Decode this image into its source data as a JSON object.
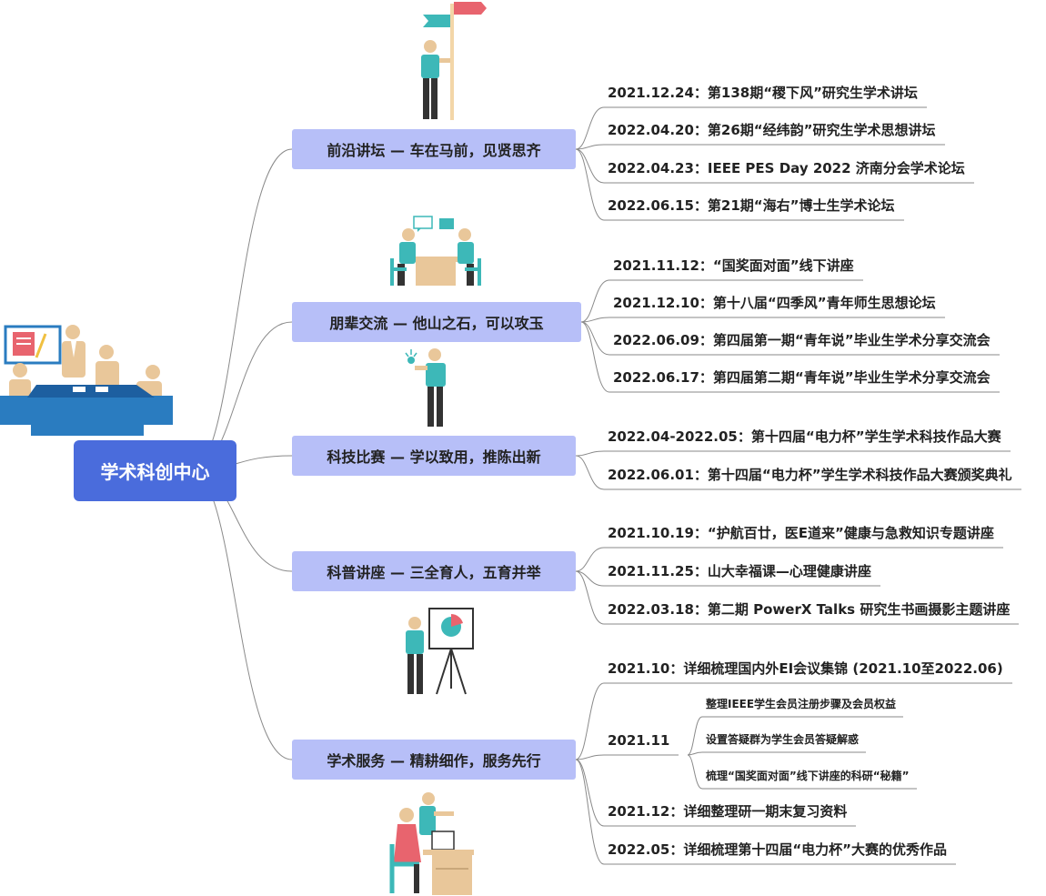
{
  "root": {
    "label": "学术科创中心"
  },
  "branches": [
    {
      "label": "前沿讲坛 — 车在马前，见贤思齐",
      "items": [
        {
          "label": "2021.12.24：第138期“稷下风”研究生学术讲坛"
        },
        {
          "label": "2022.04.20：第26期“经纬韵”研究生学术思想讲坛"
        },
        {
          "label": "2022.04.23：IEEE PES Day 2022 济南分会学术论坛"
        },
        {
          "label": "2022.06.15：第21期“海右”博士生学术论坛"
        }
      ]
    },
    {
      "label": "朋辈交流 — 他山之石，可以攻玉",
      "items": [
        {
          "label": "2021.11.12：“国奖面对面”线下讲座"
        },
        {
          "label": "2021.12.10：第十八届“四季风”青年师生思想论坛"
        },
        {
          "label": "2022.06.09：第四届第一期“青年说”毕业生学术分享交流会"
        },
        {
          "label": "2022.06.17：第四届第二期“青年说”毕业生学术分享交流会"
        }
      ]
    },
    {
      "label": "科技比赛 — 学以致用，推陈出新",
      "items": [
        {
          "label": "2022.04-2022.05：第十四届“电力杯”学生学术科技作品大赛"
        },
        {
          "label": "2022.06.01：第十四届“电力杯”学生学术科技作品大赛颁奖典礼"
        }
      ]
    },
    {
      "label": "科普讲座 — 三全育人，五育并举",
      "items": [
        {
          "label": "2021.10.19：“护航百廿，医E道来”健康与急救知识专题讲座"
        },
        {
          "label": "2021.11.25：山大幸福课—心理健康讲座"
        },
        {
          "label": "2022.03.18：第二期 PowerX Talks 研究生书画摄影主题讲座"
        }
      ]
    },
    {
      "label": "学术服务 — 精耕细作，服务先行",
      "items": [
        {
          "label": "2021.10：详细梳理国内外EI会议集锦 (2021.10至2022.06)"
        },
        {
          "label": "2021.11",
          "children": [
            {
              "label": "整理IEEE学生会员注册步骤及会员权益"
            },
            {
              "label": "设置答疑群为学生会员答疑解惑"
            },
            {
              "label": "梳理“国奖面对面”线下讲座的科研“秘籍”"
            }
          ]
        },
        {
          "label": "2021.12：详细整理研一期末复习资料"
        },
        {
          "label": "2022.05：详细梳理第十四届“电力杯”大赛的优秀作品"
        }
      ]
    }
  ],
  "colors": {
    "root_bg": "#4a6cdc",
    "branch_bg": "#b7bff8",
    "line": "#8a8a8a",
    "figure_skin": "#e9c79a",
    "figure_shirt": "#3db8b8",
    "figure_pants": "#333333",
    "accent_red": "#e8646e",
    "desk": "#2a7cc0"
  },
  "icons": [
    "flag-person-illustration",
    "meeting-illustration",
    "chat-illustration",
    "idea-person-illustration",
    "presentation-illustration",
    "office-work-illustration"
  ]
}
